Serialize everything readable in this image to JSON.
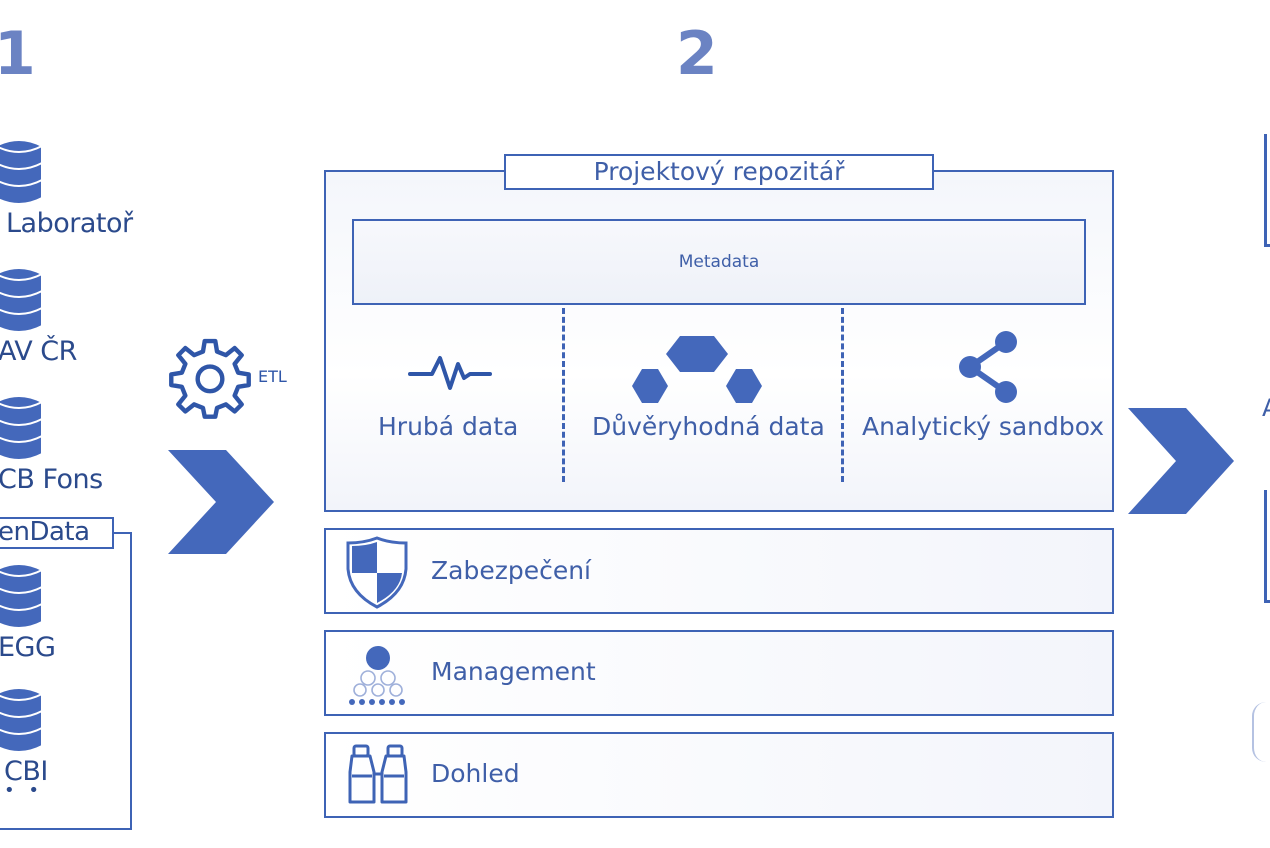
{
  "steps": {
    "left": "1",
    "center": "2"
  },
  "sources": [
    {
      "label": "Laboratoř"
    },
    {
      "label": "AV ČR"
    },
    {
      "label": "CB Fons"
    },
    {
      "label": "EGG"
    },
    {
      "label": "CBI"
    }
  ],
  "open_data_group": {
    "title": "enData",
    "ellipsis": "• •"
  },
  "etl": {
    "label": "ETL",
    "icon": "gear-icon"
  },
  "repository": {
    "title": "Projektový repozitář",
    "metadata": "Metadata",
    "zones": [
      {
        "label": "Hrubá data",
        "icon": "pulse-icon"
      },
      {
        "label": "Důvěryhodná data",
        "icon": "hexagons-icon"
      },
      {
        "label": "Analytický sandbox",
        "icon": "share-icon"
      }
    ]
  },
  "layers": [
    {
      "label": "Zabezpečení",
      "icon": "shield-icon"
    },
    {
      "label": "Management",
      "icon": "org-chart-icon"
    },
    {
      "label": "Dohled",
      "icon": "binoculars-icon"
    }
  ],
  "right_edge": {
    "text": "A"
  },
  "colors": {
    "primary": "#3e63b5",
    "arrow": "#4468bb",
    "text": "#3f5fa8",
    "step": "#6b83c3"
  }
}
